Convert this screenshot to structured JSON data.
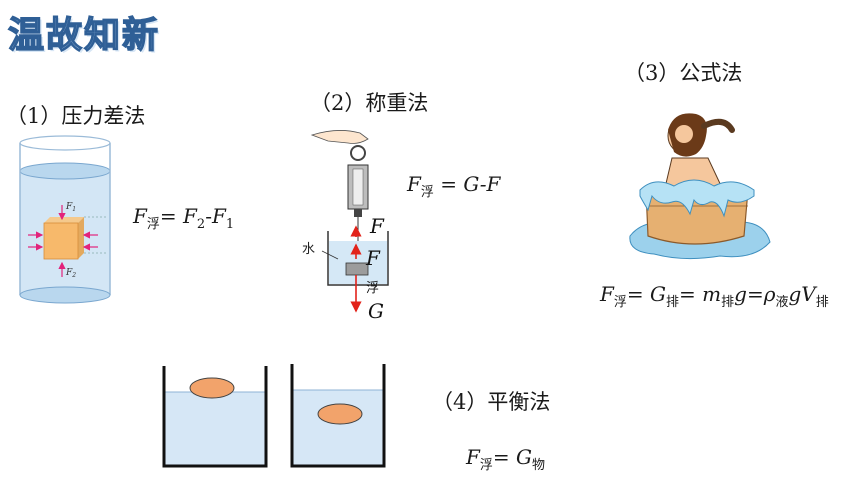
{
  "page": {
    "title": "温故知新"
  },
  "methods": {
    "m1": {
      "label": "（1）压力差法",
      "f_label_1": "F",
      "f_sub_1": "1",
      "f_label_2": "F",
      "f_sub_2": "2"
    },
    "m2": {
      "label": "（2）称重法",
      "water_label": "水",
      "force_f": "F",
      "force_ffu": "F",
      "force_fu_char": "浮",
      "force_g": "G"
    },
    "m3": {
      "label": "（3）公式法"
    },
    "m4": {
      "label": "（4）平衡法"
    }
  },
  "formulas": {
    "f1": {
      "a": "F",
      "a_sub": "浮",
      "eq": "= ",
      "b": "F",
      "b_sub": "2",
      "minus": "-",
      "c": "F",
      "c_sub": "1"
    },
    "f2": {
      "a": "F",
      "a_sub": "浮",
      "eq": " = ",
      "b": "G",
      "minus": "-",
      "c": "F"
    },
    "f3": {
      "a": "F",
      "a_sub": "浮",
      "eq1": "= ",
      "b": "G",
      "b_sub": "排",
      "eq2": "= ",
      "c": "m",
      "c_sub": "排",
      "d": "g",
      "eq3": "=",
      "e": "ρ",
      "e_sub": "液",
      "f": "gV",
      "f_sub": "排"
    },
    "f4": {
      "a": "F",
      "a_sub": "浮",
      "eq": "= ",
      "b": "G",
      "b_sub": "物"
    }
  },
  "colors": {
    "title_fill": "#a9c6e6",
    "title_stroke": "#2f5f96",
    "water": "#cfe2f3",
    "arrow_red": "#e2231a",
    "egg": "#f2a36b"
  }
}
